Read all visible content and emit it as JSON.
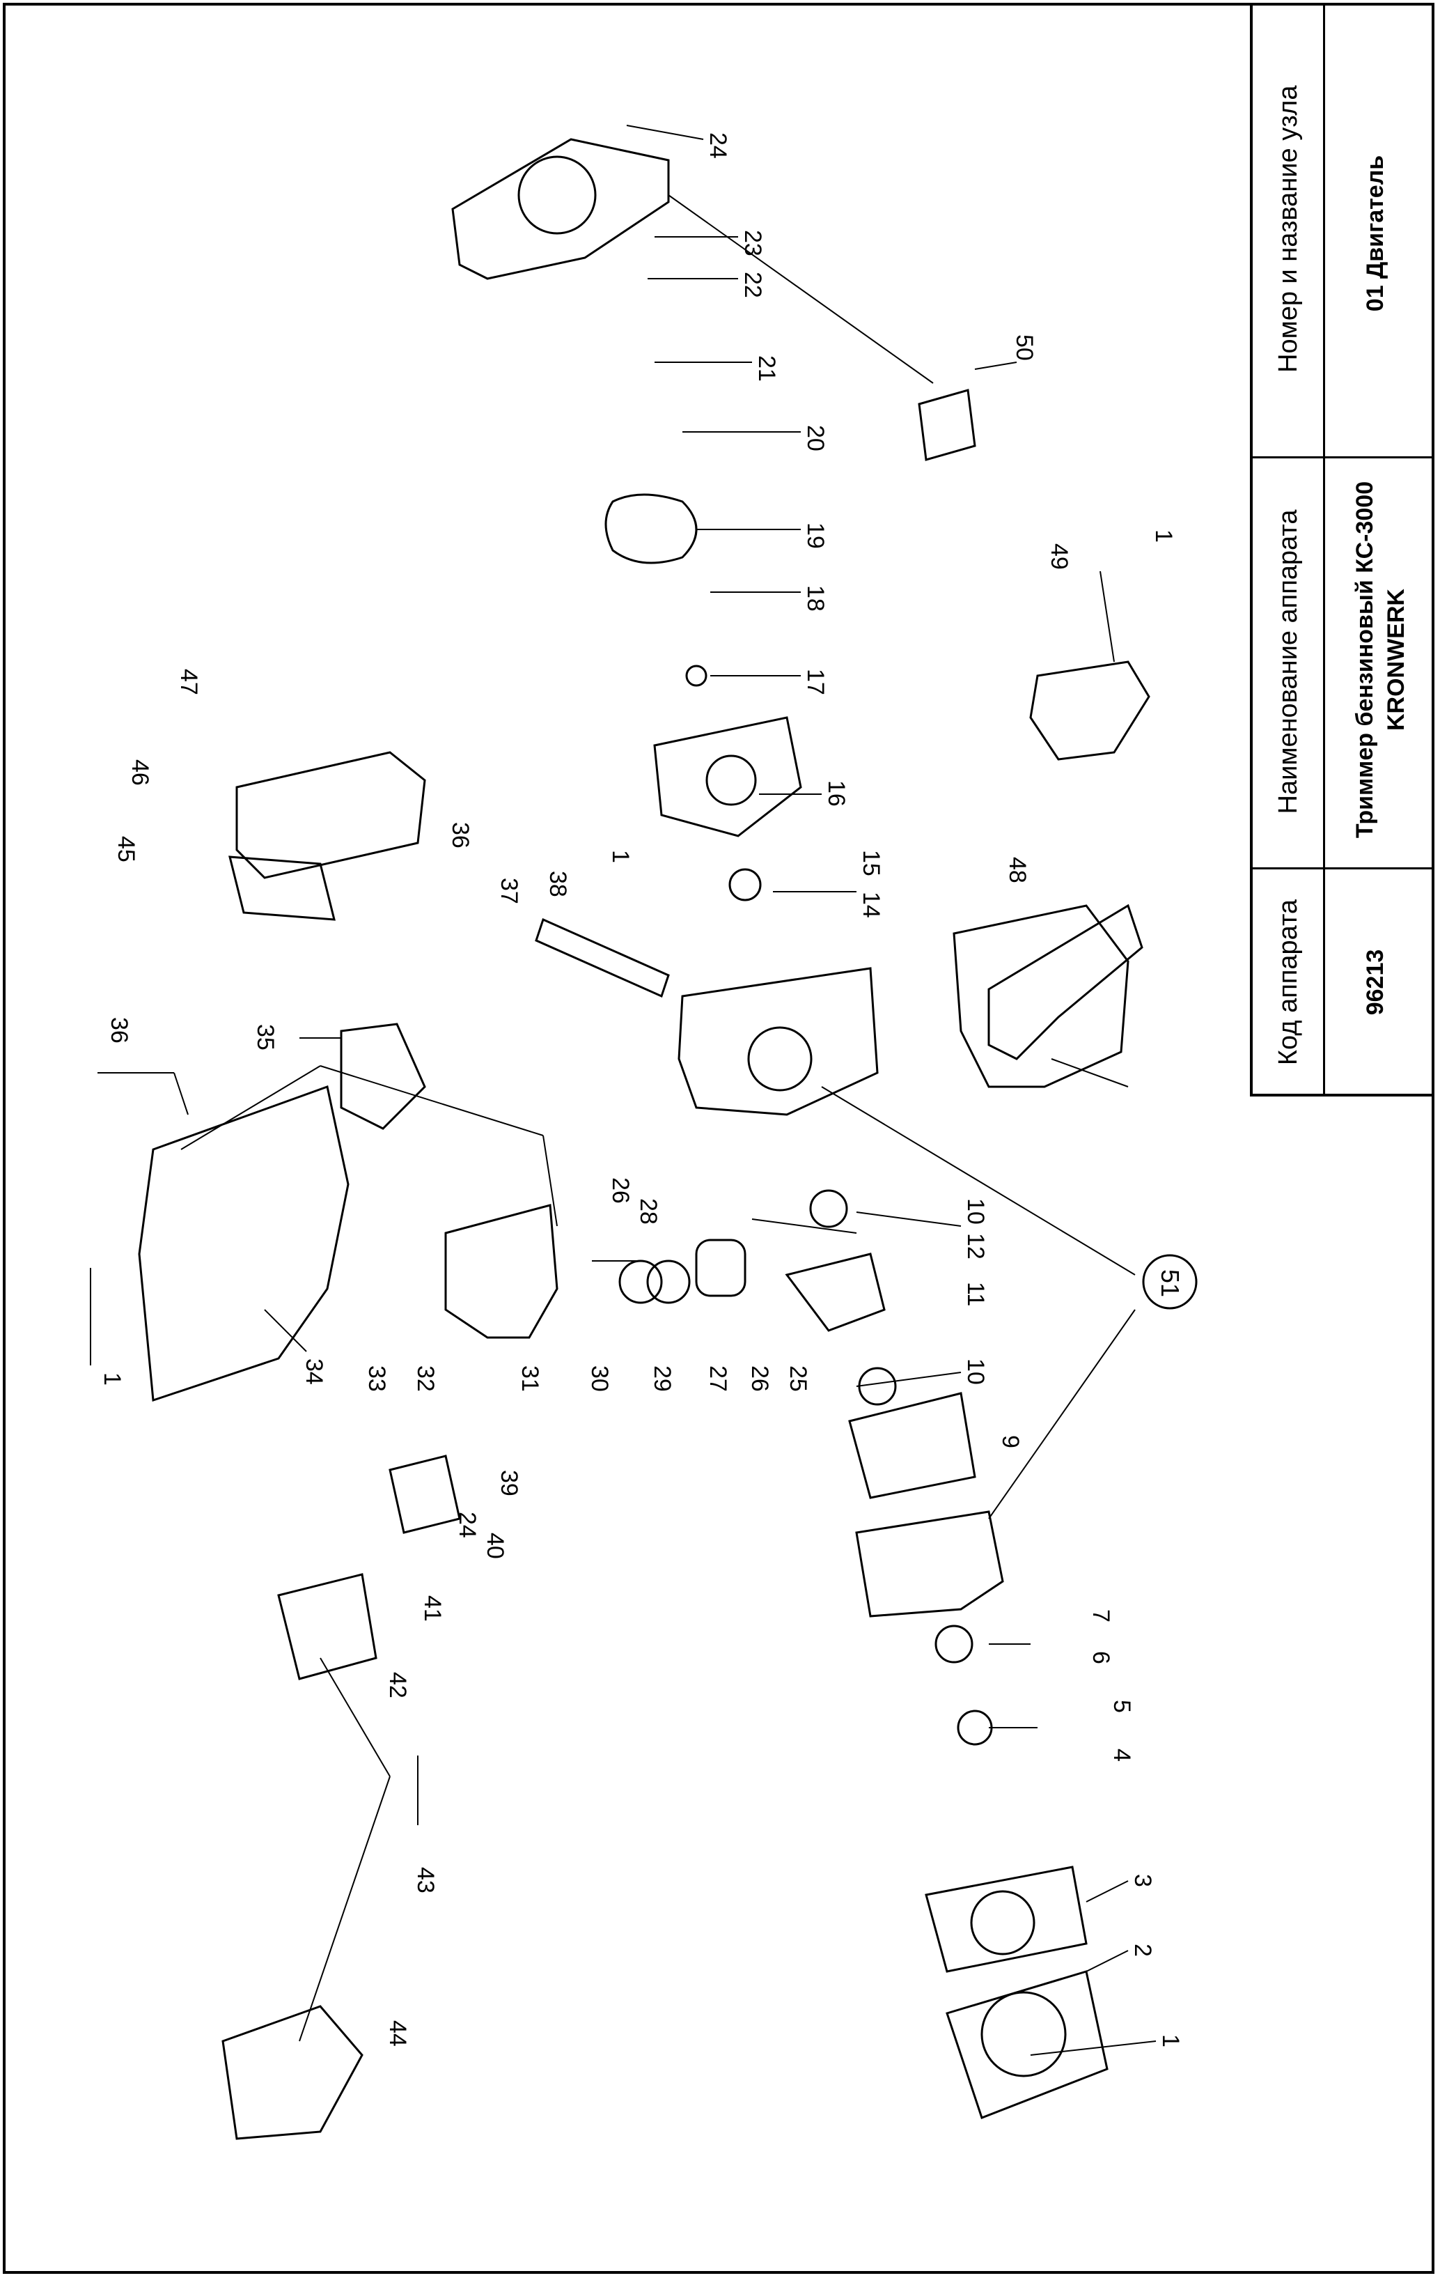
{
  "title_block": {
    "code_header": "Код аппарата",
    "code_value": "96213",
    "name_header": "Наименование аппарата",
    "name_value_line1": "Триммер бензиновый КС-3000",
    "name_value_line2": "KRONWERK",
    "node_header": "Номер и название узла",
    "node_value": "01 Двигатель"
  },
  "callouts": [
    "1",
    "36",
    "35",
    "34",
    "33",
    "32",
    "31",
    "30",
    "29",
    "28",
    "27",
    "26",
    "26",
    "25",
    "1",
    "2",
    "3",
    "4",
    "5",
    "6",
    "7",
    "9",
    "10",
    "10",
    "11",
    "12",
    "14",
    "15",
    "16",
    "17",
    "18",
    "19",
    "20",
    "21",
    "22",
    "23",
    "24",
    "24",
    "37",
    "38",
    "39",
    "40",
    "41",
    "42",
    "43",
    "44",
    "45",
    "46",
    "47",
    "36",
    "48",
    "49",
    "50",
    "51",
    "1",
    "1"
  ]
}
